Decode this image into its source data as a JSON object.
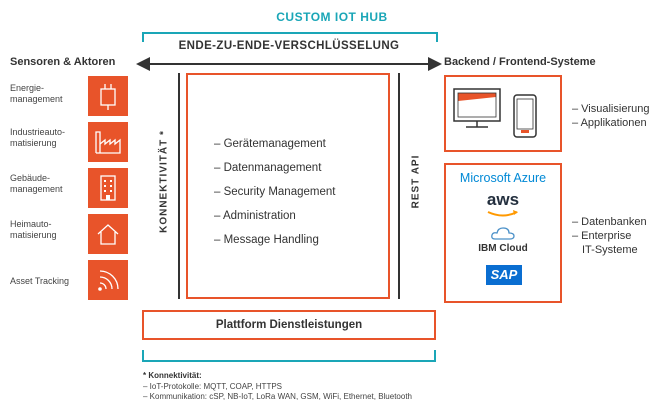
{
  "title": "CUSTOM IOT HUB",
  "e2e_label": "ENDE-ZU-ENDE-VERSCHLÜSSELUNG",
  "left_heading": "Sensoren & Aktoren",
  "right_heading": "Backend / Frontend-Systeme",
  "sensors": [
    {
      "label": "Energie-\nmanagement",
      "icon": "plug-icon"
    },
    {
      "label": "Industrieauto-\nmatisierung",
      "icon": "factory-icon"
    },
    {
      "label": "Gebäude-\nmanagement",
      "icon": "building-icon"
    },
    {
      "label": "Heimauto-\nmatisierung",
      "icon": "house-icon"
    },
    {
      "label": "Asset Tracking",
      "icon": "signal-icon"
    }
  ],
  "konnektivitaet_label": "KONNEKTIVITÄT *",
  "rest_api_label": "REST API",
  "center_items": [
    "– Gerätemanagement",
    "– Datenmanagement",
    "– Security Management",
    "– Administration",
    "– Message Handling"
  ],
  "platform_label": "Plattform Dienstleistungen",
  "backend_top_items": [
    "– Visualisierung",
    "– Applikationen"
  ],
  "backend_bottom_items": [
    "– Datenbanken",
    "– Enterprise",
    "IT-Systeme"
  ],
  "cloud_logos": {
    "azure": "Microsoft Azure",
    "aws": "aws",
    "ibm_a": "IBM",
    "ibm_b": "Cloud",
    "sap": "SAP"
  },
  "footnote": {
    "heading": "* Konnektivität:",
    "line1": "– IoT-Protokolle: MQTT, COAP, HTTPS",
    "line2": "– Kommunikation: cSP, NB-IoT, LoRa WAN, GSM, WiFi, Ethernet, Bluetooth"
  },
  "colors": {
    "accent": "#e8542a",
    "teal": "#1aa6b7",
    "azure": "#0089d6",
    "sap": "#0a6ed1"
  }
}
